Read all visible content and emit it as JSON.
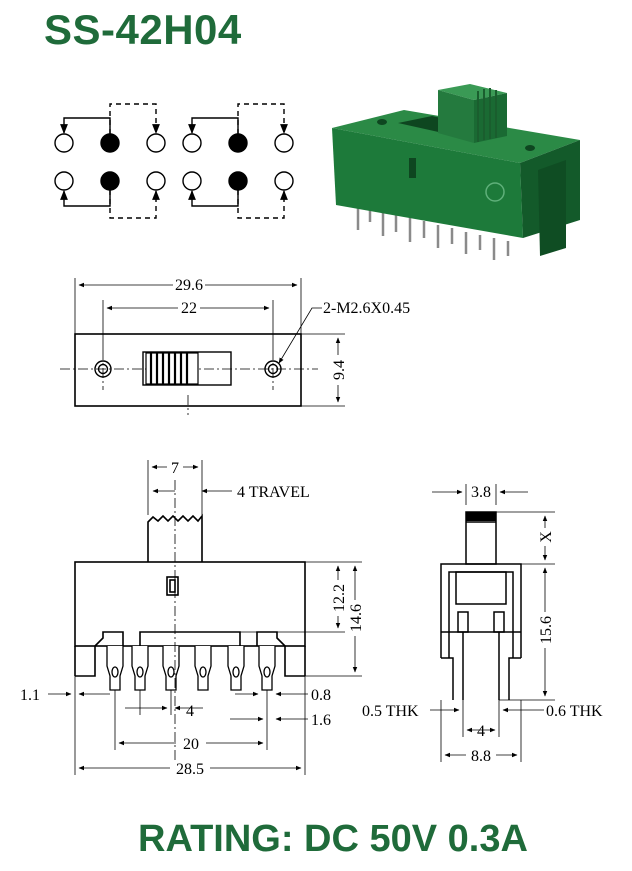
{
  "title": "SS-42H04",
  "rating": "RATING: DC 50V 0.3A",
  "colors": {
    "brand_green": "#1f6b3a",
    "body_green": "#1d7a3a",
    "line": "#000000"
  },
  "top_view": {
    "overall_length": "29.6",
    "hole_spacing": "22",
    "screw_note": "2-M2.6X0.45",
    "height": "9.4"
  },
  "front_view": {
    "knob_width": "7",
    "travel": "4 TRAVEL",
    "body_height": "12.2",
    "overall_height": "14.6",
    "pin_thickness_left": "1.1",
    "pin_pitch": "4",
    "pin_width": "0.8",
    "pin_right_gap": "1.6",
    "outer_pin_span": "20",
    "overall_length": "28.5"
  },
  "side_view": {
    "knob_width": "3.8",
    "knob_height": "X",
    "height": "15.6",
    "pin_thk_left": "0.5 THK",
    "pin_thk_right": "0.6 THK",
    "pin_spacing": "4",
    "width": "8.8"
  }
}
